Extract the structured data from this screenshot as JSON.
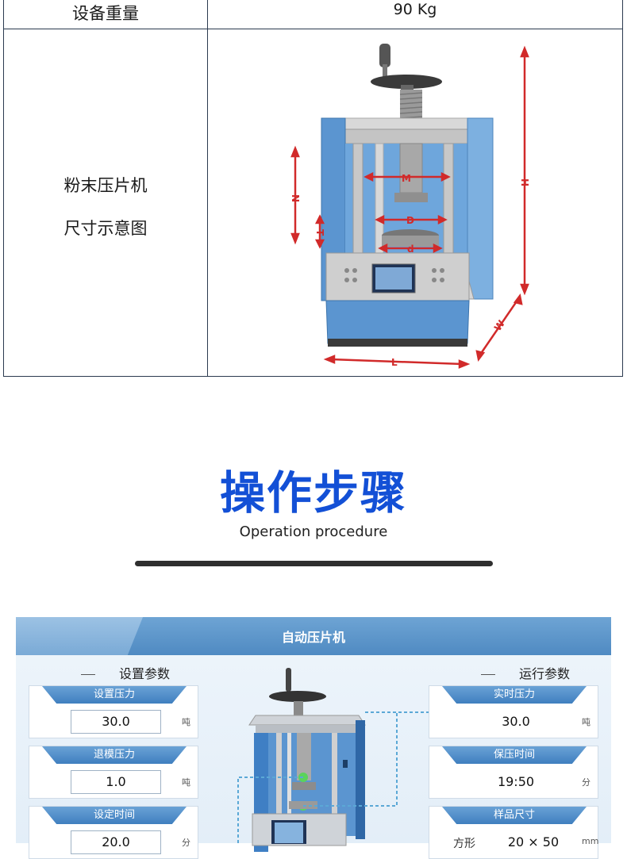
{
  "spec_table": {
    "row1": {
      "label": "设备重量",
      "value": "90 Kg"
    },
    "row2": {
      "label_line1": "粉末压片机",
      "label_line2": "尺寸示意图"
    },
    "dimension_labels": {
      "h": "H",
      "w": "W",
      "l": "L",
      "n": "N",
      "t": "T",
      "m": "M",
      "d_upper": "D",
      "d_lower": "d"
    }
  },
  "section": {
    "title": "操作步骤",
    "subtitle": "Operation procedure"
  },
  "ui": {
    "title": "自动压片机",
    "left_group_title": "设置参数",
    "right_group_title": "运行参数",
    "left_params": [
      {
        "label": "设置压力",
        "value": "30.0",
        "unit": "吨"
      },
      {
        "label": "退模压力",
        "value": "1.0",
        "unit": "吨"
      },
      {
        "label": "设定时间",
        "value": "20.0",
        "unit": "分"
      }
    ],
    "right_params": [
      {
        "label": "实时压力",
        "value": "30.0",
        "unit": "吨"
      },
      {
        "label": "保压时间",
        "value": "19:50",
        "unit": "分"
      },
      {
        "label": "样品尺寸",
        "shape": "方形",
        "value": "20 × 50",
        "unit": "mm"
      }
    ]
  },
  "colors": {
    "accent_blue": "#1350d6",
    "panel_blue": "#4f8ac2",
    "dimension_red": "#d12a2a",
    "machine_blue": "#5b95d0"
  }
}
